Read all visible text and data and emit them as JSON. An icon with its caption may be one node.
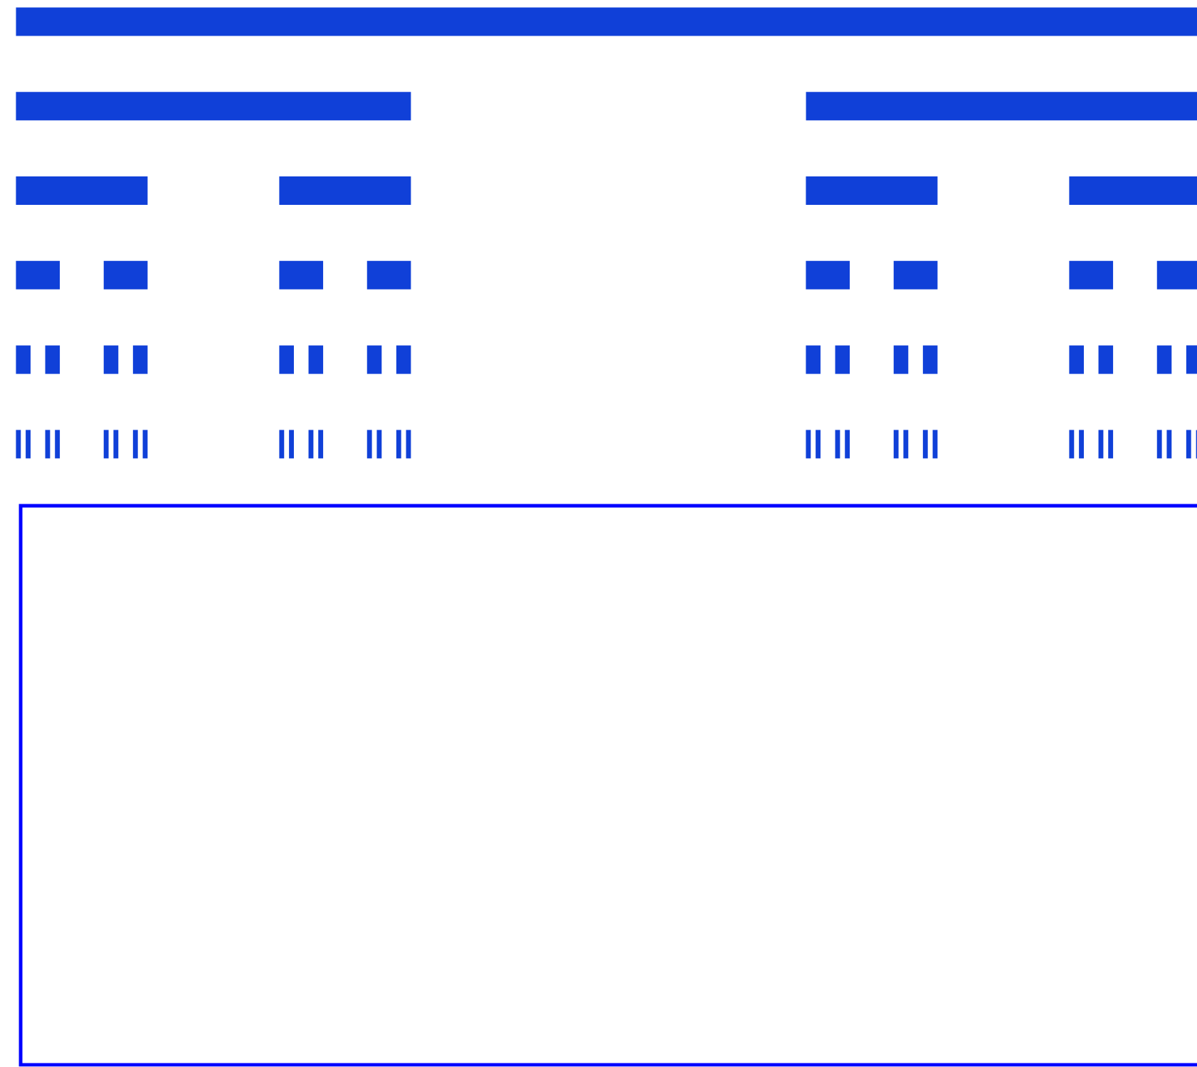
{
  "diagram": {
    "nodes": [
      {
        "text": [],
        "shape": "bar"
      },
      {
        "text": [],
        "shape": "bar"
      },
      {
        "text": [],
        "shape": "bar"
      },
      {
        "text": [],
        "shape": "bar"
      },
      {
        "text": [],
        "shape": "bar"
      },
      {
        "text": [],
        "shape": "bar"
      },
      {
        "text": [],
        "shape": "bar"
      },
      {
        "text": [],
        "shape": "bar"
      },
      {
        "text": [],
        "shape": "bar"
      },
      {
        "text": [],
        "shape": "bar"
      },
      {
        "text": [],
        "shape": "bar"
      },
      {
        "text": [],
        "shape": "bar"
      },
      {
        "text": [],
        "shape": "bar"
      },
      {
        "text": [],
        "shape": "bar"
      },
      {
        "text": [],
        "shape": "bar"
      },
      {
        "text": [],
        "shape": "bar"
      },
      {
        "text": [],
        "shape": "bar"
      },
      {
        "text": [],
        "shape": "bar"
      },
      {
        "text": [],
        "shape": "bar"
      },
      {
        "text": [],
        "shape": "bar"
      },
      {
        "text": [],
        "shape": "bar"
      },
      {
        "text": [],
        "shape": "bar"
      },
      {
        "text": [],
        "shape": "bar"
      },
      {
        "text": [],
        "shape": "bar"
      },
      {
        "text": [],
        "shape": "bar"
      },
      {
        "text": [],
        "shape": "bar"
      },
      {
        "text": [],
        "shape": "bar"
      },
      {
        "text": [],
        "shape": "bar"
      },
      {
        "text": [],
        "shape": "bar"
      },
      {
        "text": [],
        "shape": "bar"
      },
      {
        "text": [],
        "shape": "bar"
      },
      {
        "text": [],
        "shape": "bar"
      },
      {
        "text": [],
        "shape": "bar"
      },
      {
        "text": [],
        "shape": "bar"
      },
      {
        "text": [],
        "shape": "bar"
      },
      {
        "text": [],
        "shape": "bar"
      },
      {
        "text": [],
        "shape": "bar"
      },
      {
        "text": [],
        "shape": "bar"
      },
      {
        "text": [],
        "shape": "bar"
      },
      {
        "text": [],
        "shape": "bar"
      },
      {
        "text": [],
        "shape": "bar"
      },
      {
        "text": [],
        "shape": "bar"
      },
      {
        "text": [],
        "shape": "bar"
      },
      {
        "text": [],
        "shape": "bar"
      },
      {
        "text": [],
        "shape": "bar"
      },
      {
        "text": [],
        "shape": "bar"
      },
      {
        "text": [],
        "shape": "bar"
      },
      {
        "text": [],
        "shape": "bar"
      },
      {
        "text": [],
        "shape": "bar"
      },
      {
        "text": [],
        "shape": "bar"
      },
      {
        "text": [],
        "shape": "bar"
      },
      {
        "text": [],
        "shape": "bar"
      },
      {
        "text": [],
        "shape": "bar"
      },
      {
        "text": [],
        "shape": "bar"
      },
      {
        "text": [],
        "shape": "bar"
      },
      {
        "text": [],
        "shape": "bar"
      },
      {
        "text": [],
        "shape": "bar"
      },
      {
        "text": [],
        "shape": "bar"
      },
      {
        "text": [],
        "shape": "bar"
      },
      {
        "text": [],
        "shape": "bar"
      },
      {
        "text": [],
        "shape": "bar"
      },
      {
        "text": [],
        "shape": "bar"
      },
      {
        "text": [],
        "shape": "bar"
      },
      {
        "text": [],
        "shape": "box"
      }
    ]
  }
}
